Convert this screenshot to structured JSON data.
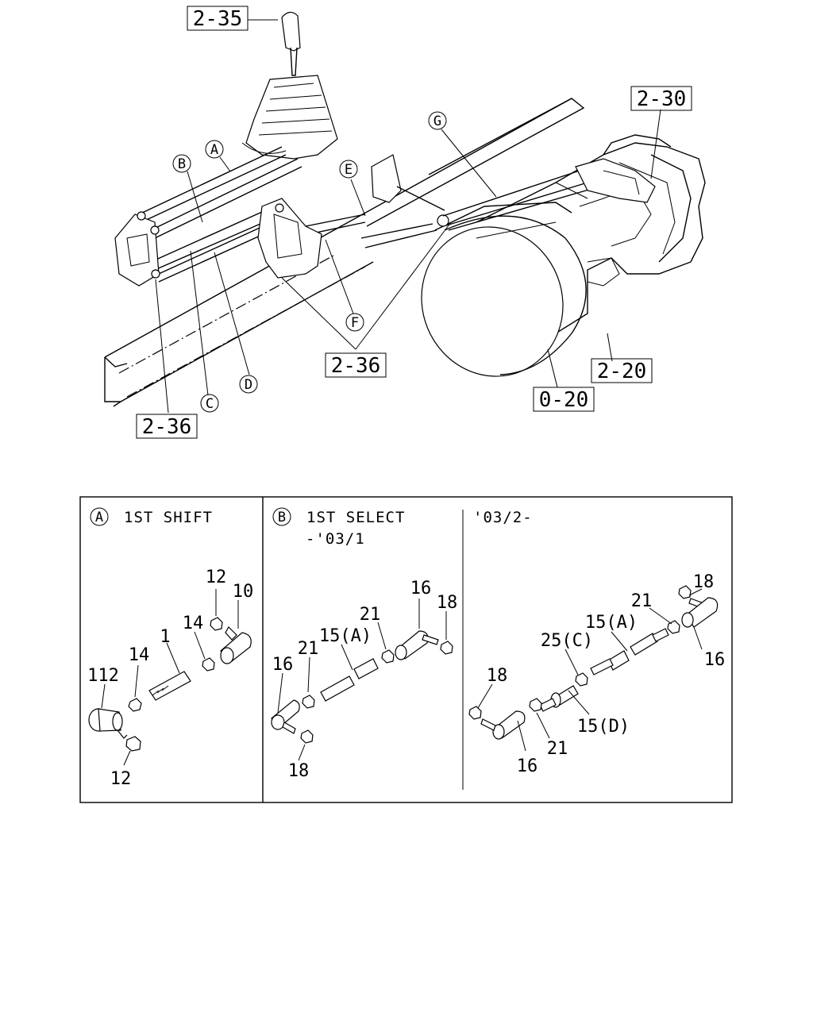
{
  "upper": {
    "refs": {
      "r235": "2-35",
      "r230": "2-30",
      "r236a": "2-36",
      "r236b": "2-36",
      "r220": "2-20",
      "r020": "0-20"
    },
    "circles": {
      "A": "A",
      "B": "B",
      "C": "C",
      "D": "D",
      "E": "E",
      "F": "F",
      "G": "G"
    }
  },
  "panels": {
    "a": {
      "letter": "A",
      "title": "1ST SHIFT",
      "labels": {
        "n12top": "12",
        "n10": "10",
        "n14r": "14",
        "n1": "1",
        "n14l": "14",
        "n112": "112",
        "n12bot": "12"
      }
    },
    "b": {
      "letter": "B",
      "title": "1ST SELECT",
      "subtitle": "-'03/1",
      "labels": {
        "n16r": "16",
        "n18r": "18",
        "n21r": "21",
        "n15a": "15(A)",
        "n21l": "21",
        "n16l": "16",
        "n18b": "18"
      }
    },
    "c": {
      "title": "'03/2-",
      "labels": {
        "n18t": "18",
        "n21": "21",
        "n15a": "15(A)",
        "n25c": "25(C)",
        "n16r": "16",
        "n18l": "18",
        "n21b": "21",
        "n15d": "15(D)",
        "n16b": "16"
      }
    }
  }
}
